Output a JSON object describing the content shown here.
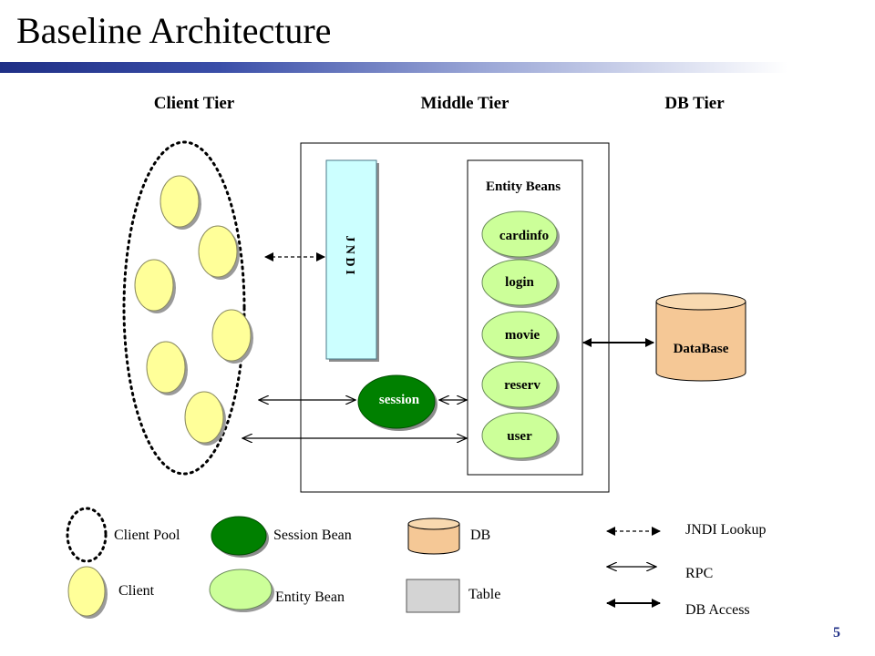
{
  "slide": {
    "title": "Baseline Architecture",
    "page_number": "5"
  },
  "tiers": {
    "client": "Client Tier",
    "middle": "Middle Tier",
    "db": "DB Tier"
  },
  "jndi": {
    "label": "J N D I"
  },
  "entity_beans": {
    "heading": "Entity Beans",
    "items": [
      "cardinfo",
      "login",
      "movie",
      "reserv",
      "user"
    ]
  },
  "session": {
    "label": "session"
  },
  "database": {
    "label": "DataBase"
  },
  "legend": {
    "client_pool": "Client Pool",
    "client": "Client",
    "session_bean": "Session Bean",
    "entity_bean": "Entity Bean",
    "db": "DB",
    "table": "Table",
    "jndi_lookup": "JNDI Lookup",
    "rpc": "RPC",
    "db_access": "DB Access"
  },
  "colors": {
    "client": "#ffff99",
    "jndi": "#ccffff",
    "entity": "#ccff99",
    "session": "#008000",
    "database": "#f5c896",
    "table": "#d4d4d4"
  }
}
